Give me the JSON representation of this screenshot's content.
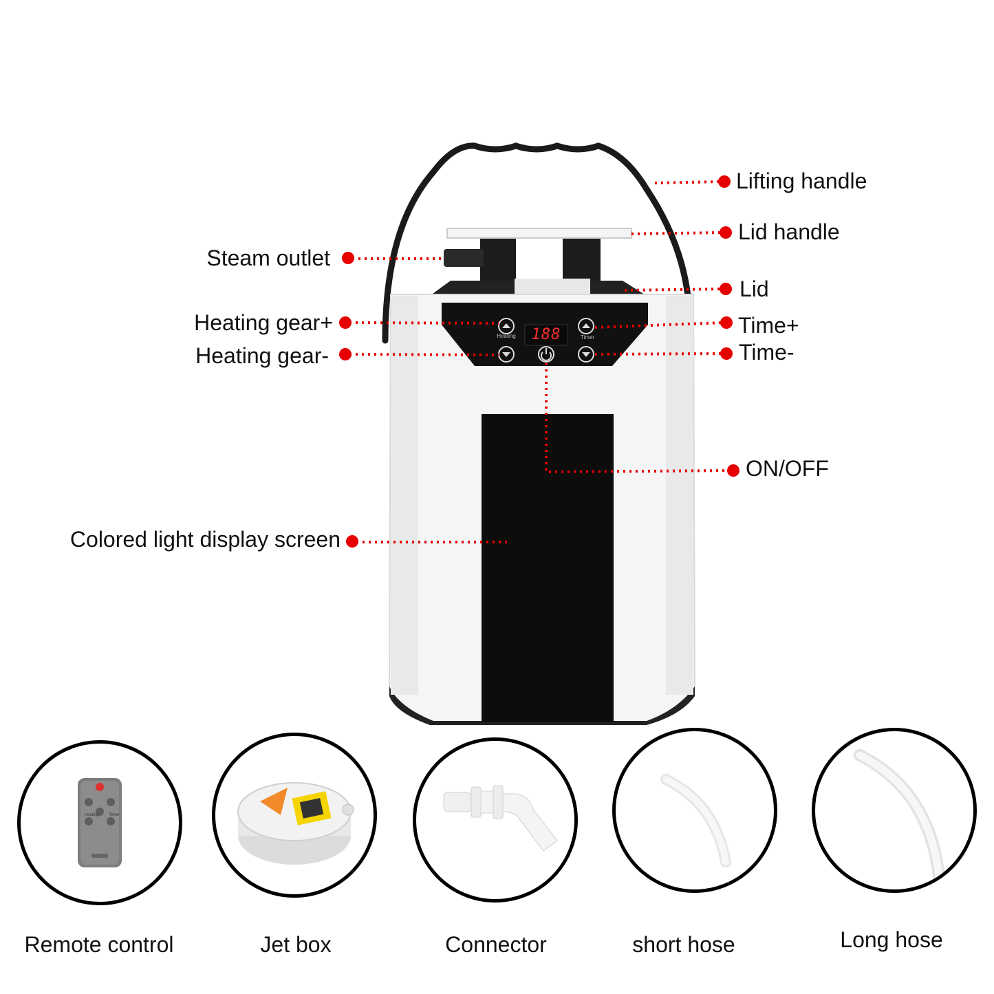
{
  "callouts": {
    "lifting_handle": "Lifting handle",
    "lid_handle": "Lid handle",
    "steam_outlet": "Steam outlet",
    "lid": "Lid",
    "heating_gear_plus": "Heating gear+",
    "time_plus": "Time+",
    "heating_gear_minus": "Heating gear-",
    "time_minus": "Time-",
    "on_off": "ON/OFF",
    "colored_light_display": "Colored light display screen"
  },
  "panel": {
    "display_value": "188",
    "heating_label": "Heating",
    "timer_label": "Timer"
  },
  "accessories": [
    {
      "name": "Remote control"
    },
    {
      "name": "Jet box"
    },
    {
      "name": "Connector"
    },
    {
      "name": "short hose"
    },
    {
      "name": "Long hose"
    }
  ],
  "remote": {
    "heating_label": "Heating",
    "timer_label": "Timer"
  },
  "colors": {
    "callout_red": "#e60000",
    "body_white": "#f4f4f4",
    "panel_black": "#111111"
  }
}
